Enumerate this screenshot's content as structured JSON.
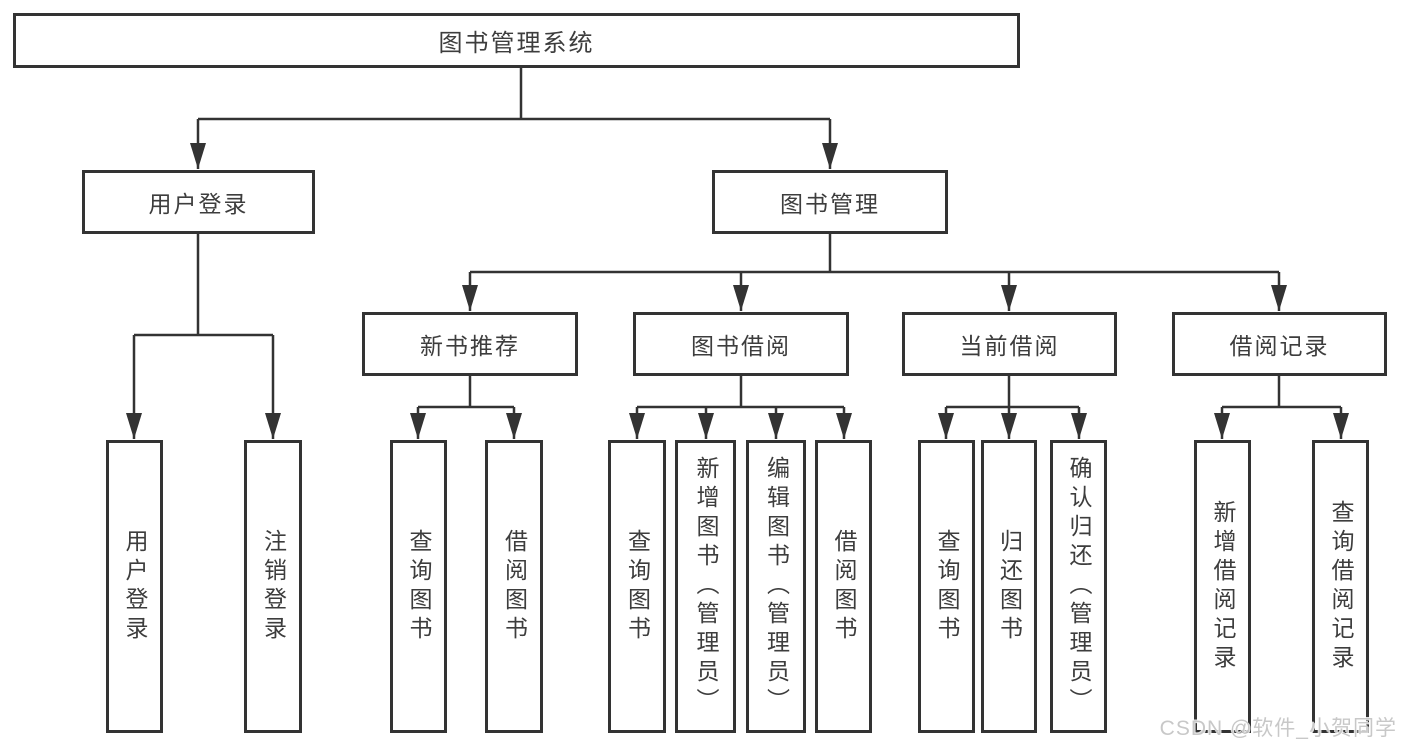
{
  "tree": {
    "root": {
      "label": "图书管理系统"
    },
    "branches": [
      {
        "label": "用户登录",
        "children": [
          {
            "label": "用户登录"
          },
          {
            "label": "注销登录"
          }
        ]
      },
      {
        "label": "图书管理",
        "children": [
          {
            "label": "新书推荐",
            "children": [
              {
                "label": "查询图书"
              },
              {
                "label": "借阅图书"
              }
            ]
          },
          {
            "label": "图书借阅",
            "children": [
              {
                "label": "查询图书"
              },
              {
                "label": "新增图书（管理员）"
              },
              {
                "label": "编辑图书（管理员）"
              },
              {
                "label": "借阅图书"
              }
            ]
          },
          {
            "label": "当前借阅",
            "children": [
              {
                "label": "查询图书"
              },
              {
                "label": "归还图书"
              },
              {
                "label": "确认归还（管理员）"
              }
            ]
          },
          {
            "label": "借阅记录",
            "children": [
              {
                "label": "新增借阅记录"
              },
              {
                "label": "查询借阅记录"
              }
            ]
          }
        ]
      }
    ]
  },
  "watermark": {
    "text": "CSDN @软件_小贺同学"
  },
  "colors": {
    "line": "#333333",
    "text": "#3d3d3d",
    "background": "#ffffff",
    "watermark": "#c8c8c8"
  }
}
